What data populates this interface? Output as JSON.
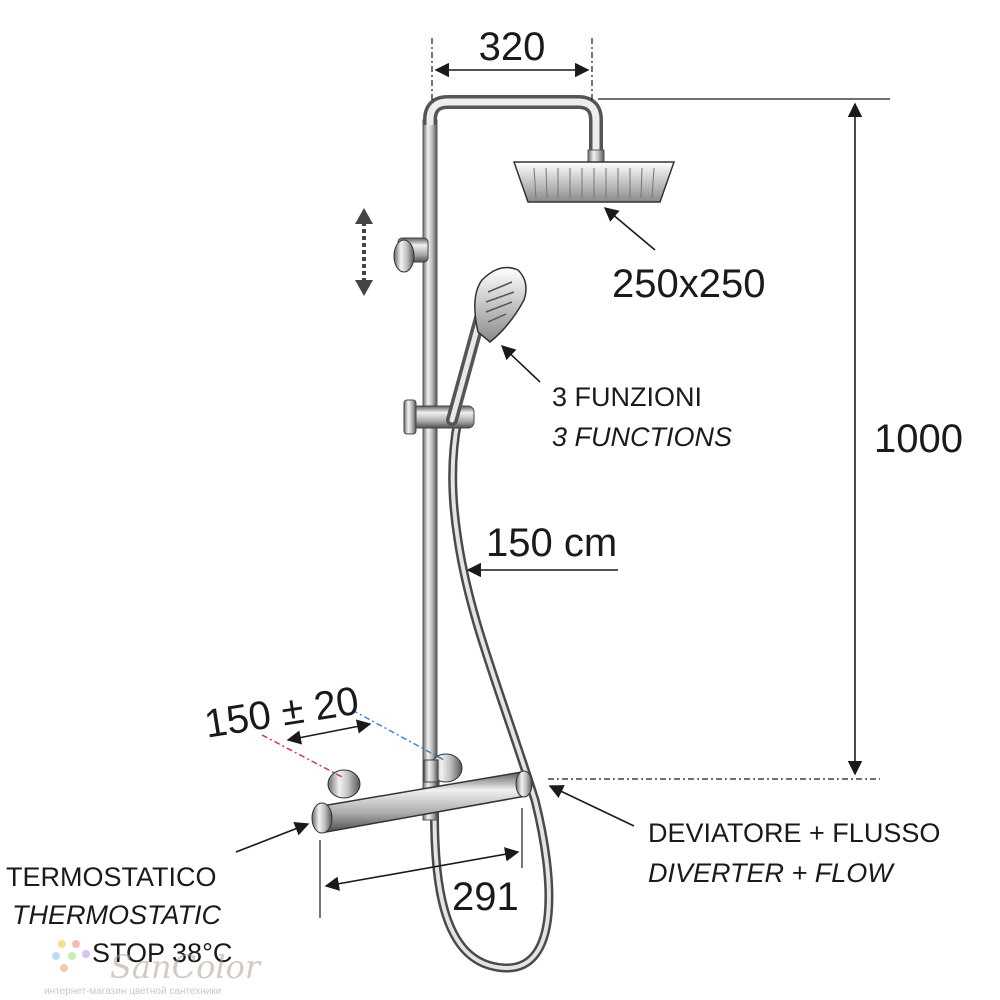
{
  "dimensions": {
    "arm_width": "320",
    "head_size": "250x250",
    "height": "1000",
    "hose_length": "150 cm",
    "inlet_spacing": "150 ± 20",
    "body_width": "291"
  },
  "labels": {
    "handshower_it": "3 FUNZIONI",
    "handshower_en": "3 FUNCTIONS",
    "diverter_it": "DEVIATORE + FLUSSO",
    "diverter_en": "DIVERTER + FLOW",
    "thermo_it": "TERMOSTATICO",
    "thermo_en": "THERMOSTATIC",
    "stop": "STOP 38°C"
  },
  "watermark": {
    "brand": "SanColor",
    "tagline": "интернет-магазин цветной сантехники"
  },
  "colors": {
    "chrome_dark": "#5a5a5a",
    "chrome_light": "#e6e6e6",
    "hot": "#d0303a",
    "cold": "#3a7fd0"
  }
}
